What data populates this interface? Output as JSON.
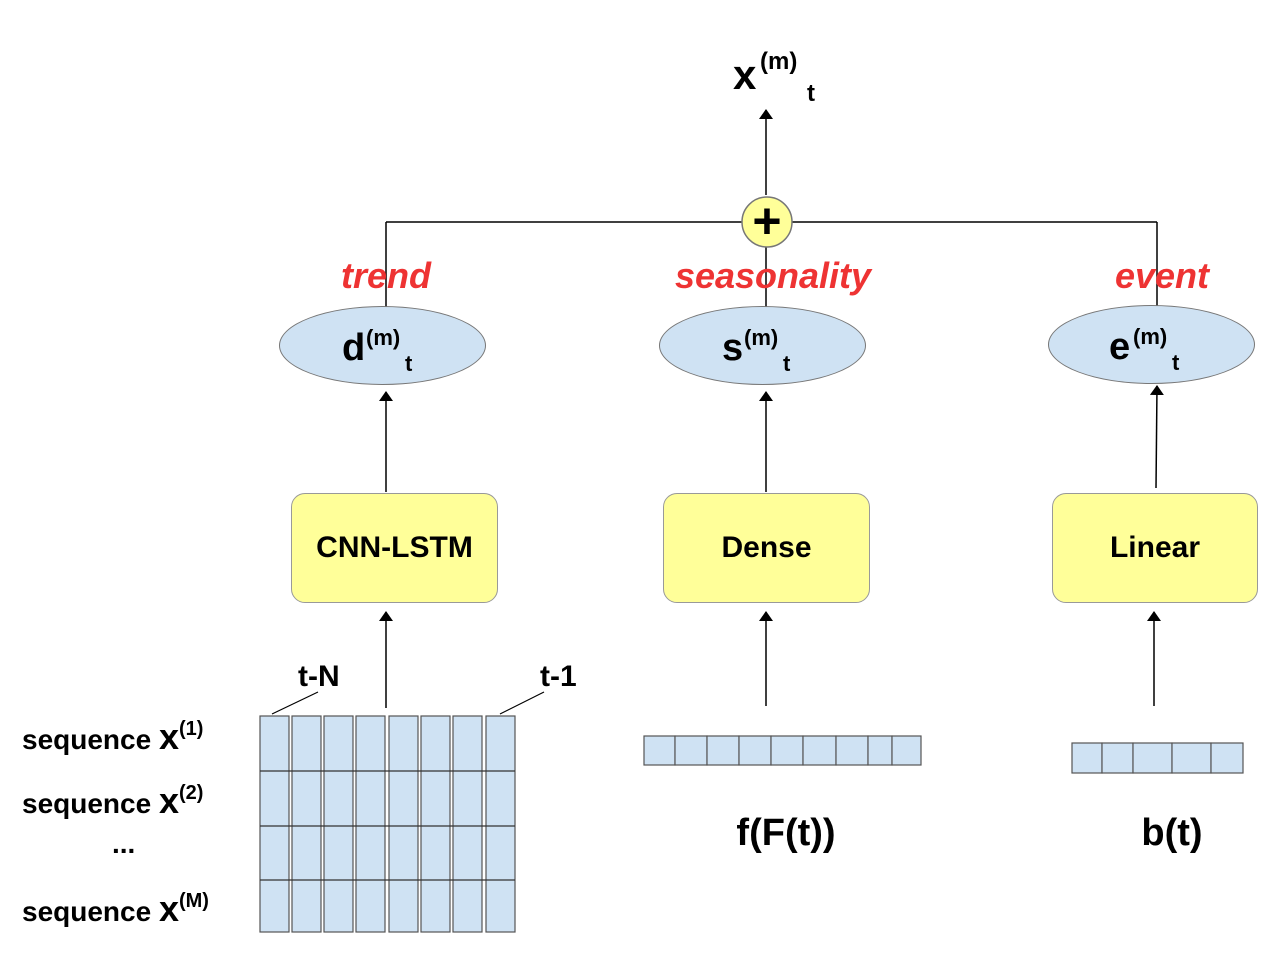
{
  "output": {
    "base": "x",
    "sup": "(m)",
    "sub": "t"
  },
  "combine_symbol": "+",
  "components": [
    {
      "id": "trend",
      "label": "trend",
      "var": "d",
      "sup": "(m)",
      "sub": "t",
      "block": "CNN-LSTM"
    },
    {
      "id": "seasonality",
      "label": "seasonality",
      "var": "s",
      "sup": "(m)",
      "sub": "t",
      "block": "Dense",
      "input": "f(F(t))"
    },
    {
      "id": "event",
      "label": "event",
      "var": "e",
      "sup": "(m)",
      "sub": "t",
      "block": "Linear",
      "input": "b(t)"
    }
  ],
  "window": {
    "start": "t-N",
    "end": "t-1"
  },
  "sequences": [
    {
      "prefix": "sequence",
      "var": "x",
      "sup": "(1)"
    },
    {
      "prefix": "sequence",
      "var": "x",
      "sup": "(2)"
    },
    {
      "ellipsis": "..."
    },
    {
      "prefix": "sequence",
      "var": "x",
      "sup": "(M)"
    }
  ],
  "colors": {
    "block": "#ffff99",
    "latent": "#cfe2f3",
    "label": "#ee3333",
    "combine": "#ffff99"
  }
}
